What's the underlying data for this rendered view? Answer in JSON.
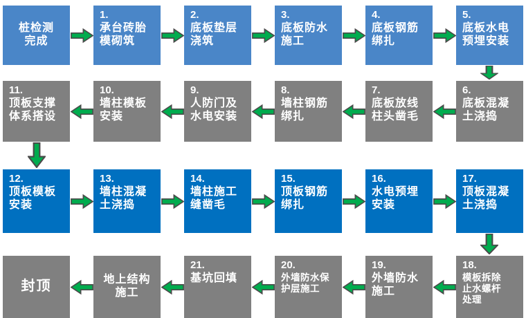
{
  "colors": {
    "blue_light": "#4A86C8",
    "blue_dark": "#0070C0",
    "gray": "#808080",
    "arrow_fill": "#00AC4E",
    "arrow_stroke": "#4A4A4A",
    "text": "#FFFFFF",
    "background": "#FFFFFF"
  },
  "rows": [
    {
      "direction": "right",
      "boxes": [
        {
          "number": "",
          "lines": [
            "桩检测",
            "完成"
          ],
          "color": "blue_light",
          "align": "center"
        },
        {
          "number": "1.",
          "lines": [
            "承台砖胎",
            "模砌筑"
          ],
          "color": "blue_light"
        },
        {
          "number": "2.",
          "lines": [
            "底板垫层",
            "浇筑"
          ],
          "color": "blue_light"
        },
        {
          "number": "3.",
          "lines": [
            "底板防水",
            "施工"
          ],
          "color": "blue_light"
        },
        {
          "number": "4.",
          "lines": [
            "底板钢筋",
            "绑扎"
          ],
          "color": "blue_light"
        },
        {
          "number": "5.",
          "lines": [
            "底板水电",
            "预埋安装"
          ],
          "color": "blue_light"
        }
      ]
    },
    {
      "direction": "left",
      "boxes": [
        {
          "number": "11.",
          "lines": [
            "顶板支撑",
            "体系搭设"
          ],
          "color": "gray"
        },
        {
          "number": "10.",
          "lines": [
            "墙柱模板",
            "安装"
          ],
          "color": "gray"
        },
        {
          "number": "9.",
          "lines": [
            "人防门及",
            "水电安装"
          ],
          "color": "gray"
        },
        {
          "number": "8.",
          "lines": [
            "墙柱钢筋",
            "绑扎"
          ],
          "color": "gray"
        },
        {
          "number": "7.",
          "lines": [
            "底板放线",
            "柱头凿毛"
          ],
          "color": "gray"
        },
        {
          "number": "6.",
          "lines": [
            "底板混凝",
            "土浇捣"
          ],
          "color": "gray"
        }
      ]
    },
    {
      "direction": "right",
      "boxes": [
        {
          "number": "12.",
          "lines": [
            "顶板模板",
            "安装"
          ],
          "color": "blue_dark"
        },
        {
          "number": "13.",
          "lines": [
            "墙柱混凝",
            "土浇捣"
          ],
          "color": "blue_dark"
        },
        {
          "number": "14.",
          "lines": [
            "墙柱施工",
            "缝凿毛"
          ],
          "color": "blue_dark"
        },
        {
          "number": "15.",
          "lines": [
            "顶板钢筋",
            "绑扎"
          ],
          "color": "blue_dark"
        },
        {
          "number": "16.",
          "lines": [
            "水电预埋",
            "安装"
          ],
          "color": "blue_dark"
        },
        {
          "number": "17.",
          "lines": [
            "顶板混凝",
            "土浇捣"
          ],
          "color": "blue_dark"
        }
      ]
    },
    {
      "direction": "left",
      "boxes": [
        {
          "number": "",
          "lines": [
            "封顶"
          ],
          "color": "gray",
          "align": "center",
          "size": "large"
        },
        {
          "number": "",
          "lines": [
            "地上结构",
            "施工"
          ],
          "color": "gray",
          "align": "center"
        },
        {
          "number": "21.",
          "lines": [
            "基坑回填"
          ],
          "color": "gray"
        },
        {
          "number": "20.",
          "lines": [
            "外墙防水保",
            "护层施工"
          ],
          "color": "gray",
          "size": "small"
        },
        {
          "number": "19.",
          "lines": [
            "外墙防水",
            "施工"
          ],
          "color": "gray"
        },
        {
          "number": "18.",
          "lines": [
            "模板拆除",
            "止水螺杆",
            "处理"
          ],
          "color": "gray",
          "size": "small"
        }
      ]
    }
  ],
  "connectors": [
    {
      "from": "5",
      "to": "6",
      "side": "right"
    },
    {
      "from": "11",
      "to": "12",
      "side": "left"
    },
    {
      "from": "17",
      "to": "18",
      "side": "right"
    }
  ]
}
